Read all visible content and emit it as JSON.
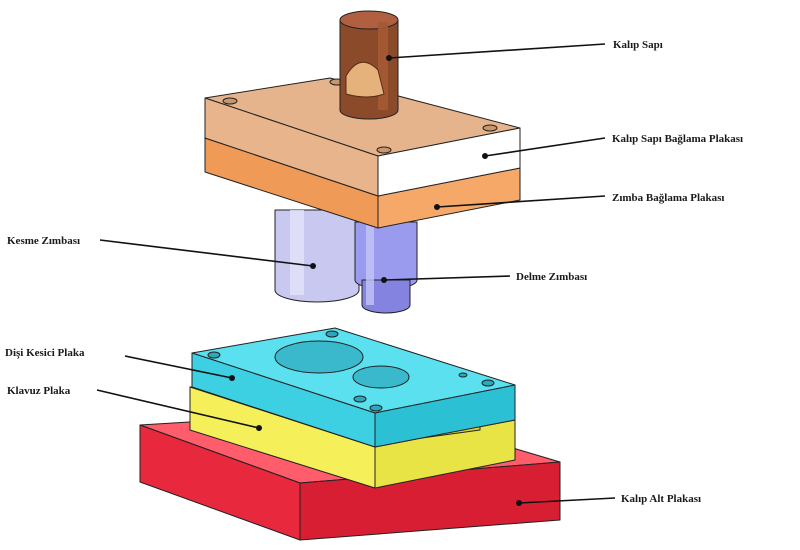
{
  "labels": {
    "kalip_sapi": "Kalıp Sapı",
    "kalip_sapi_baglama": "Kalıp Sapı Bağlama Plakası",
    "zimba_baglama": "Zımba Bağlama Plakası",
    "kesme_zimbasi": "Kesme Zımbası",
    "delme_zimbasi": "Delme Zımbası",
    "disi_kesici": "Dişi Kesici Plaka",
    "klavuz": "Klavuz Plaka",
    "kalip_alt": "Kalıp Alt Plakası"
  },
  "colors": {
    "shank": "#8b4a2a",
    "shank_top": "#a0522d",
    "clamp_plate": "#e8b48c",
    "clamp_plate_top": "#e2b08a",
    "punch_plate": "#f0a060",
    "white_plate": "#ffffff",
    "punch": "#c8c8f0",
    "piercing_punch": "#8f8fe8",
    "die_plate": "#4ed8e8",
    "guide_plate": "#f5f05a",
    "base_plate": "#e8283c"
  }
}
